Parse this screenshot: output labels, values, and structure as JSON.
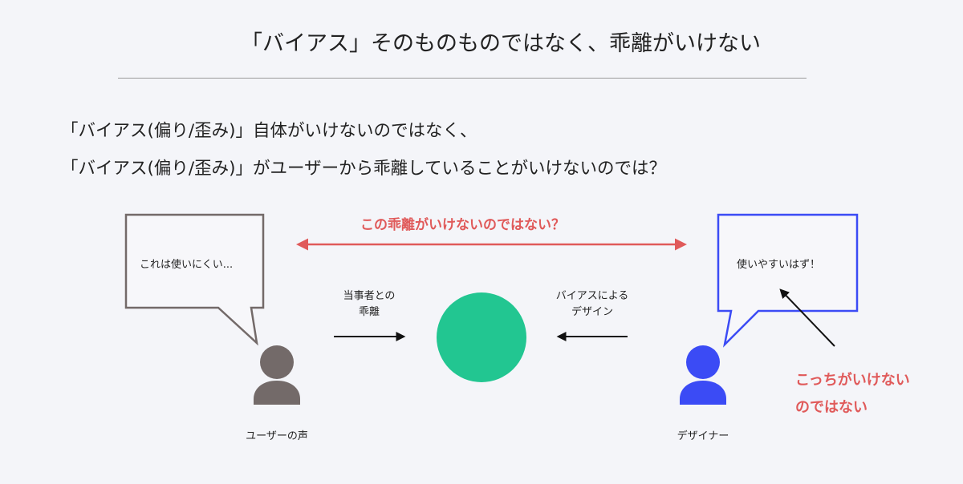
{
  "title": "「バイアス」そのものものではなく、乖離がいけない",
  "body": {
    "line1": "「バイアス(偏り/歪み)」自体がいけないのではなく、",
    "line2": "「バイアス(偏り/歪み)」がユーザーから乖離していることがいけないのでは？"
  },
  "diagram": {
    "gap_label": "この乖離がいけないのではない？",
    "user": {
      "bubble_text": "これは使いにくい...",
      "name": "ユーザーの声",
      "color": "#736a69"
    },
    "designer": {
      "bubble_text": "使いやすいはず！",
      "name": "デザイナー",
      "color": "#3b4bf5"
    },
    "left_arrow_label": [
      "当事者との",
      "乖離"
    ],
    "right_arrow_label": [
      "バイアスによる",
      "デザイン"
    ],
    "callout": [
      "こっちがいけない",
      "のではない"
    ],
    "center_color": "#22c691",
    "accent_red": "#e05a5a"
  }
}
